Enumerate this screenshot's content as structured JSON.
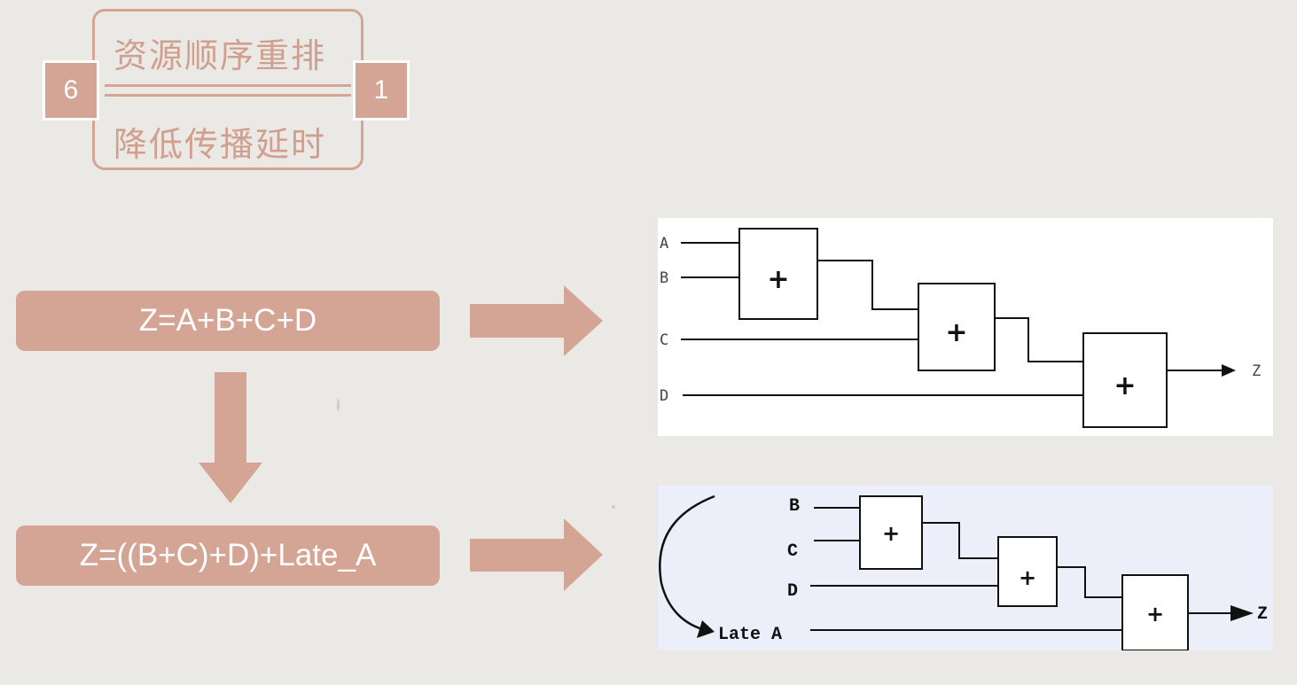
{
  "badge": {
    "top_line": "资源顺序重排",
    "bottom_line": "降低传播延时",
    "left_number": "6",
    "right_number": "1"
  },
  "equations": {
    "original": "Z=A+B+C+D",
    "reordered": "Z=((B+C)+D)+Late_A"
  },
  "circuit_top": {
    "inputs": [
      "A",
      "B",
      "C",
      "D"
    ],
    "output": "Z",
    "adder_symbol": "+"
  },
  "circuit_bottom": {
    "inputs": [
      "B",
      "C",
      "D",
      "Late A"
    ],
    "output": "Z",
    "adder_symbol": "+"
  },
  "colors": {
    "accent": "#d4a595",
    "background": "#ebe9e5"
  }
}
